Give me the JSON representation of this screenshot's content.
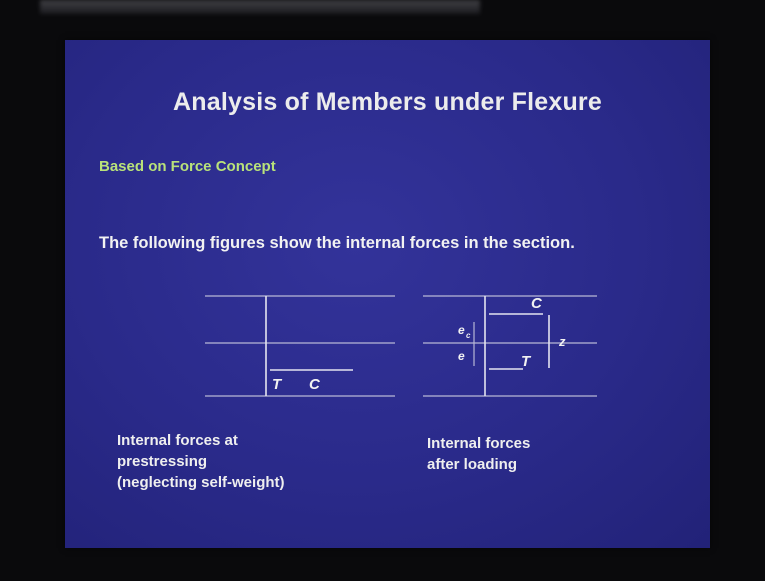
{
  "slide": {
    "title": "Analysis of Members under Flexure",
    "subtitle": "Based on Force Concept",
    "body": "The following figures show the internal forces in the section.",
    "figure_labels": {
      "left_T": "T",
      "left_C": "C",
      "right_C": "C",
      "right_T": "T",
      "z": "z",
      "e_top": "e",
      "e_top_sub": "c",
      "e_bottom": "e"
    },
    "caption_left": "Internal forces at\nprestressing\n(neglecting self-weight)",
    "caption_right": "Internal forces\nafter loading"
  }
}
